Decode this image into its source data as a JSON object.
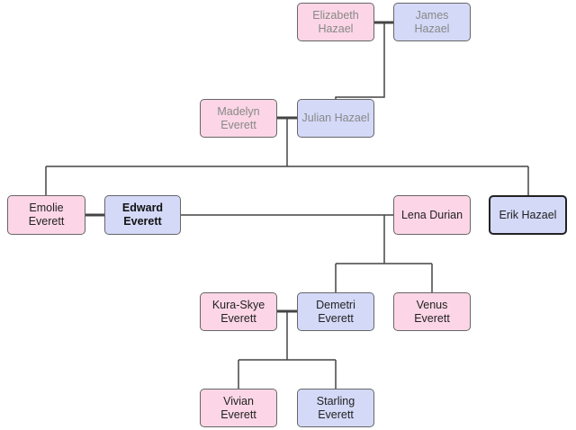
{
  "people": {
    "elizabeth_hazael": "Elizabeth\nHazael",
    "james_hazael": "James Hazael",
    "madelyn_everett": "Madelyn\nEverett",
    "julian_hazael": "Julian Hazael",
    "emolie_everett": "Emolie\nEverett",
    "edward_everett": "Edward\nEverett",
    "lena_durian": "Lena Durian",
    "erik_hazael": "Erik Hazael",
    "kura_skye_everett": "Kura-Skye\nEverett",
    "demetri_everett": "Demetri\nEverett",
    "venus_everett": "Venus Everett",
    "vivian_everett": "Vivian Everett",
    "starling_everett": "Starling\nEverett"
  },
  "colors": {
    "female": "#fcd6e6",
    "male": "#d4d9f8",
    "line": "#444444"
  }
}
